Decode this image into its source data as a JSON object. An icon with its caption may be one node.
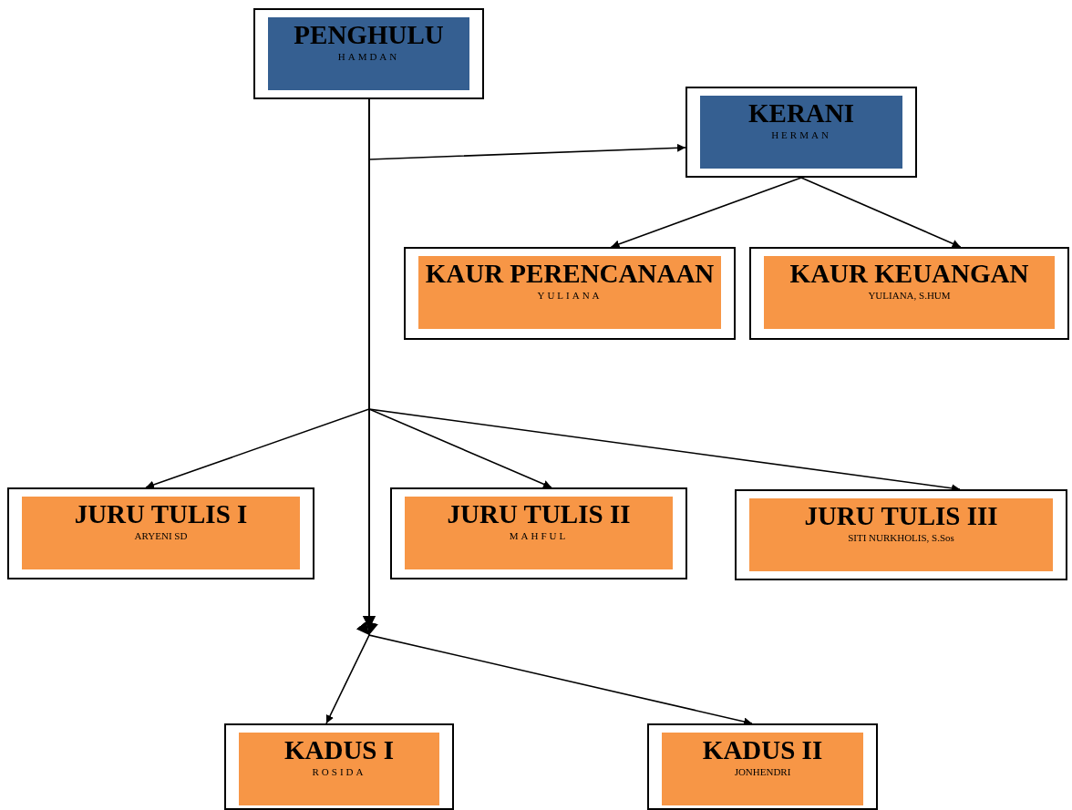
{
  "diagram": {
    "nodes": [
      {
        "text": [
          "PENGHULU",
          "HAMDAN"
        ]
      },
      {
        "text": [
          "KERANI",
          "HERMAN"
        ]
      },
      {
        "text": [
          "KAUR PERENCANAAN",
          "YULIANA"
        ]
      },
      {
        "text": [
          "KAUR KEUANGAN",
          "YULIANA, S.HUM"
        ]
      },
      {
        "text": [
          "JURU TULIS I",
          "ARYENI SD"
        ]
      },
      {
        "text": [
          "JURU TULIS II",
          "MAHFUL"
        ]
      },
      {
        "text": [
          "JURU TULIS III",
          "SITI NURKHOLIS, S.Sos"
        ]
      },
      {
        "text": [
          "KADUS I",
          "ROSIDA"
        ]
      },
      {
        "text": [
          "KADUS II",
          "JONHENDRI"
        ]
      }
    ],
    "edges": [
      {
        "from": 0,
        "to": 1,
        "arrow": "to"
      },
      {
        "from": 1,
        "to": 2,
        "arrow": "to"
      },
      {
        "from": 1,
        "to": 3,
        "arrow": "to"
      },
      {
        "from": 0,
        "to": 4,
        "arrow": "to"
      },
      {
        "from": 0,
        "to": 5,
        "arrow": "to"
      },
      {
        "from": 0,
        "to": 6,
        "arrow": "to"
      },
      {
        "from": 0,
        "to": 7,
        "arrow": "to"
      },
      {
        "from": 0,
        "to": 8,
        "arrow": "to"
      }
    ]
  }
}
